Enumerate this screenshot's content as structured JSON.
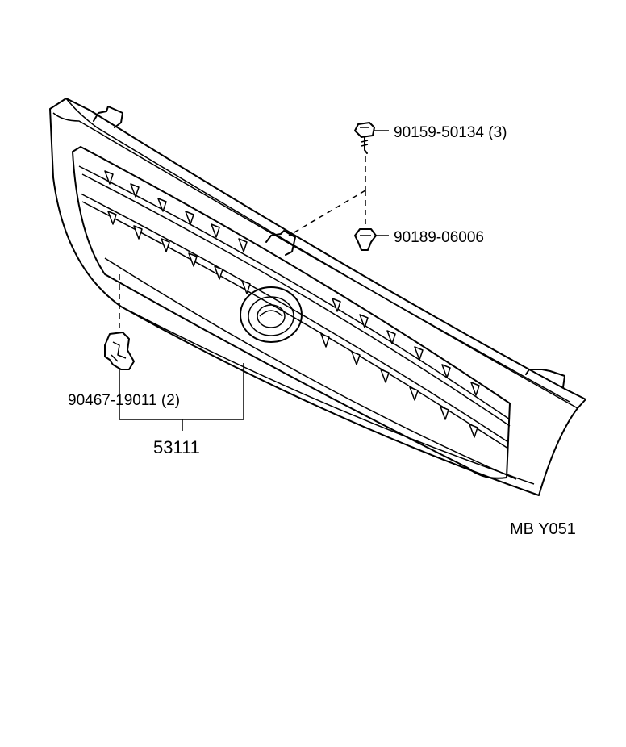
{
  "callouts": {
    "screw": "90159-50134 (3)",
    "clip": "90189-06006",
    "retainer": "90467-19011 (2)",
    "assembly": "53111"
  },
  "figure_code": "MB Y051",
  "icons": [
    "screw-icon",
    "clip-icon",
    "retainer-icon",
    "grille-assembly"
  ]
}
